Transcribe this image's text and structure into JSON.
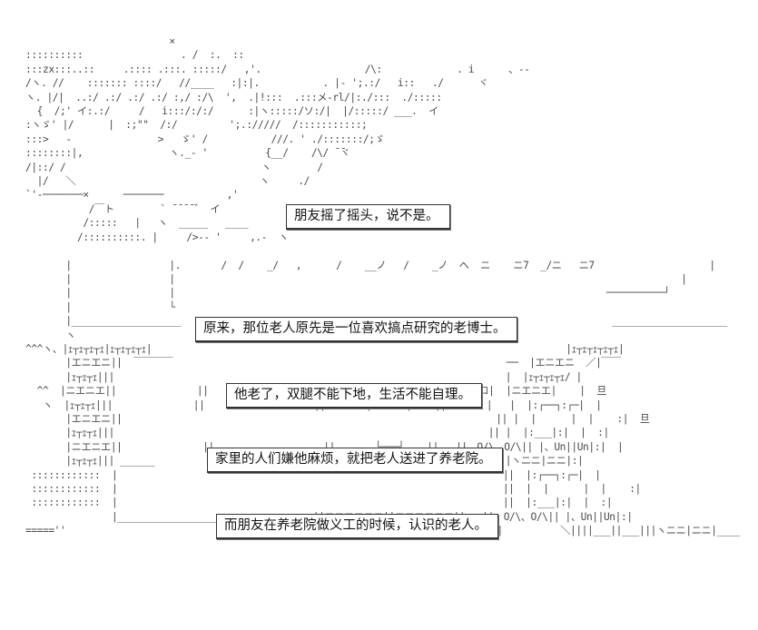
{
  "captions": [
    "朋友摇了摇头，说不是。",
    "原来，那位老人原先是一位喜欢搞点研究的老博士。",
    "他老了，双腿不能下地，生活不能自理。",
    "家里的人们嫌他麻烦，就把老人送进了养老院。",
    "而朋友在养老院做义工的时候，认识的老人。"
  ],
  "ascii_art": [
    "                         ×",
    "::::::::::                 . /  :.  ::",
    ":::zx:::..::     .:::: .:::. :::::/   ,'.                  /\\:             . i      、--",
    "/ヽ. //    ::::::: ::::/   //____   :|:|.           . |- ';.:/   i::   ./      ヾ",
    "ヽ. |/|  ..:/ .:/ .:/ .:/ :,/ :/\\  ',  .|!:::  .:::メ-rl/|:./:::  ./:::::",
    "  {  /;' イ:.:/     /   i:::/:/:/      :|ヽ:::::/ソ:/|  |/:::::/ ___.  イ",
    ":ヽゞ' |/      |  :;\"\"  /:/         ';.://///  /:::::::::::;",
    ":::>   -               >   ゞ' /           ///. ' ./:::::::/;ゞ",
    "::::::::|,               ヽ._- '          {__/    /\\/ ̄ ̄ヾ",
    "/|::/ /                                  ヽ        /",
    "  |/   ＼                                ヽ     ./",
    "`'-───────×      ───────           ,'",
    "           /￣ト        ` ̄ ̄ ̄ ̄ ゛ イ",
    "          /:::::   |   ヽ  _____   ____",
    "         /::::::::::. |     />-- '     ,.-  ヽ",
    "",
    "       |                 |.       /  /    _/   ,      /    __ノ   /    _ノ  ヘ  ニ    ニ7  _/ニ   ニ7                    |",
    "       |                 |                                                                                        |",
    "       |                 |                                                                           ──────────┘",
    "       |                 └",
    "       |___________________                                                                           ____________________",
    "       ヽ                                                                                                          ",
    "^^^ヽ、|ｪ┬ｪ┬ｪ┬ｪ|ｪ┬ｪ┬ｪ┬ｪ|                                                                        |ｪ┬ｪ┬ｪ┬ｪ┬ｪ|",
    "       |エニエニ||  ￣￣￣￣                                                          ──  |エニエニ  ／|￣￣",
    "       |ｪ┬ｪ┬ｪ|||                                                                    |  |ｪ┬ｪ┬ｪ┬ｪ/ |",
    "  ^^  |ニエニエ||              ||                   ||       ┌───┐    ||       |ロ|  |ニエニエ|    |  旦",
    "   ヽ  |ｪ┬ｪ┬ｪ|||              ||                   ||       |      |    ||       |   |  |:┌──┐:┌─|  |",
    "       |エニエニ||                                                                 || |  |      |  |    :|  旦",
    "       |ｪ┬ｪ┬ｪ|||                                                                 || |  |:___|:|  |  :|",
    "       |ニエニエ||              ||                   ||       └───┘    ||   ||、O/\\、O/\\|| |、Un||Un|:|  |",
    "       |ｪ┬ｪ┬ｪ||| ______                                                          || |ヽニニ|ニニ|:|",
    " ::::::::::::  |                                                                   ||  |:┌──┐:┌─|  |",
    " ::::::::::::  |                                                                   ||  |  |      |  |    :|",
    " ::::::::::::  |                                                                   ||  |:___|:|  |  :|",
    "               |_________________________________.||ニニニニニニ||ニニニニニニ||   ||、O/\\、O/\\|| |、Un||Un|:|",
    "=====''                                        /::::::::::::::::::::::::::::::::::|          ＼||||___||___|||ヽニニ|ニニ|____"
  ]
}
